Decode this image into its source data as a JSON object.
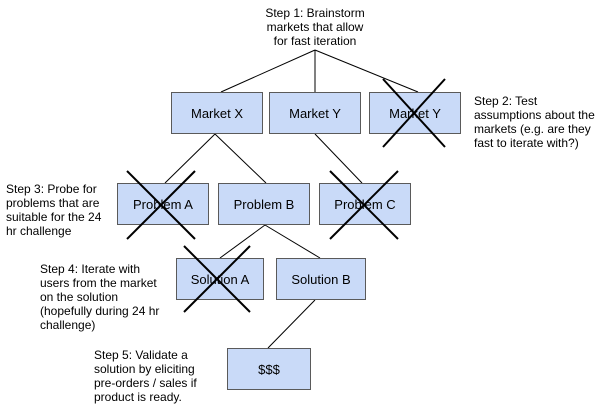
{
  "nodes": {
    "market_x": "Market X",
    "market_y": "Market Y",
    "market_z": "Market Y",
    "problem_a": "Problem A",
    "problem_b": "Problem B",
    "problem_c": "Problem C",
    "solution_a": "Solution A",
    "solution_b": "Solution B",
    "money": "$$$"
  },
  "steps": {
    "step1": "Step 1: Brainstorm\nmarkets that allow\nfor fast iteration",
    "step2": "Step 2: Test\nassumptions about the\nmarkets (e.g. are they\nfast to iterate with?)",
    "step3": "Step 3: Probe for\nproblems that are\nsuitable for the 24\nhr challenge",
    "step4": "Step 4: Iterate with\nusers from the market\non the solution\n(hopefully during 24 hr\nchallenge)",
    "step5": "Step 5: Validate a\nsolution by eliciting\npre-orders / sales if\nproduct is ready."
  },
  "crossed_out": [
    "market_z",
    "problem_a",
    "problem_c",
    "solution_a"
  ],
  "colors": {
    "node_fill": "#c9daf8",
    "node_border": "#5a5a5a",
    "line": "#000000",
    "cross": "#000000"
  }
}
